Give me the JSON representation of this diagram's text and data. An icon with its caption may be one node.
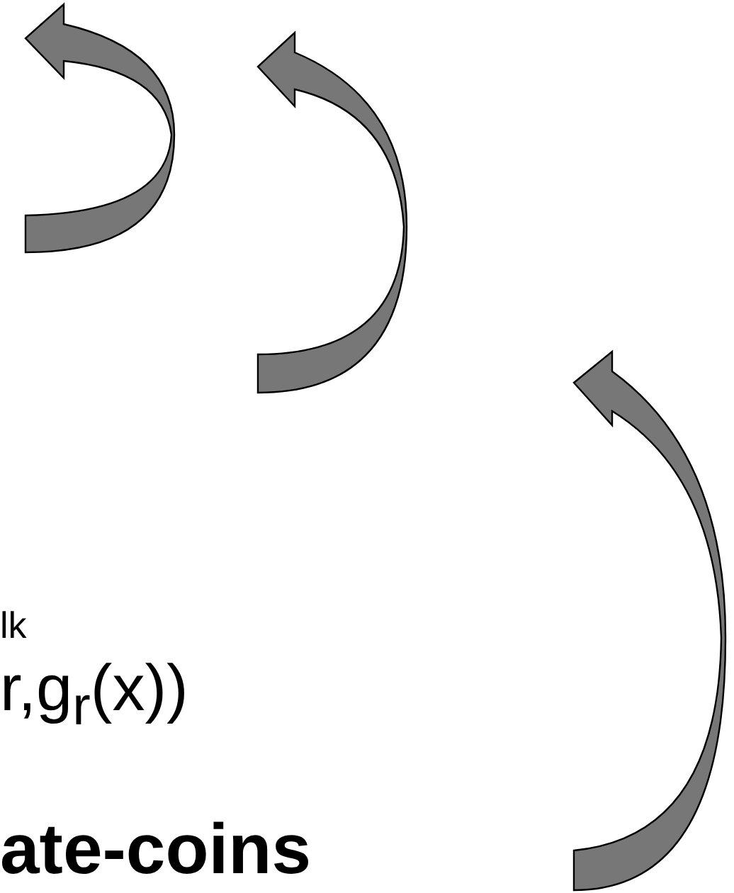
{
  "diagram": {
    "labels": [
      "lk",
      "r,g$_{r}$(x))",
      "ate-coins"
    ]
  }
}
